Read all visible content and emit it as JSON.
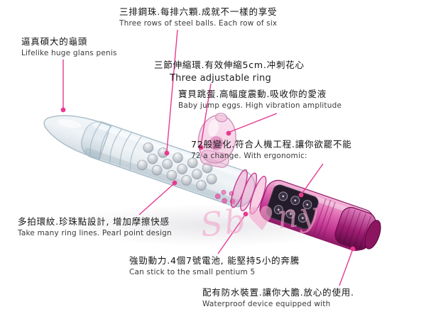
{
  "watermark": "Sb♥ny",
  "colors": {
    "leader_line": "#e8398f",
    "zh_text": "#141414",
    "en_text": "#3a3a3a",
    "handle_pink": "#c13390",
    "clear_body_stroke": "#a9bcc8"
  },
  "annotations": {
    "steel_balls": {
      "zh": "三排鋼珠.每排六顆.成就不一樣的享受",
      "en": "Three rows of steel balls. Each row of six"
    },
    "glans": {
      "zh": "逼真碩大的龜頭",
      "en": "Lifelike huge glans penis"
    },
    "rings": {
      "zh": "三節伸縮環.有效伸縮5cm.冲刺花心",
      "en": "Three adjustable ring"
    },
    "jump_egg": {
      "zh": "寶貝跳蛋.高幅度震動.吸收你的愛液",
      "en": "Baby jump eggs. High vibration amplitude"
    },
    "modes": {
      "zh": "72般變化.符合人機工程.讓你欲罷不能",
      "en": "72 a change. With ergonomic:"
    },
    "ring_lines": {
      "zh": "多拍環紋.珍珠點設計, 增加摩擦快感",
      "en": "Take many ring lines. Pearl point design"
    },
    "power": {
      "zh": "強勁動力.4個7號電池, 能堅持5小的奔騰",
      "en": "Can stick to the small pentium 5"
    },
    "waterproof": {
      "zh": "配有防水裝置.讓你大膽.放心的使用.",
      "en": "Waterproof device equipped with"
    }
  }
}
